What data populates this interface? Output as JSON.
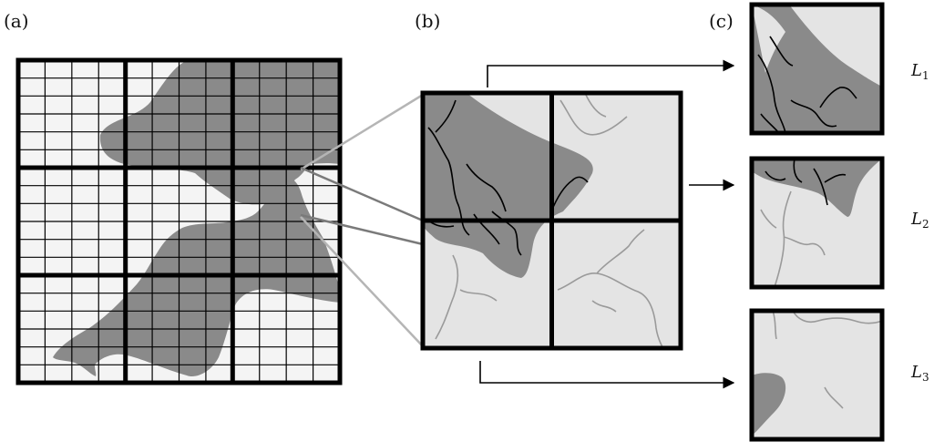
{
  "figure": {
    "panel_labels": [
      "(a)",
      "(b)",
      "(c)"
    ],
    "levels": [
      {
        "symbol": "L",
        "subscript": "1"
      },
      {
        "symbol": "L",
        "subscript": "2"
      },
      {
        "symbol": "L",
        "subscript": "3"
      }
    ]
  },
  "colors": {
    "outline": "#000000",
    "tissue_fill": "#8a8a8a",
    "zoom_background": "#e4e4e4",
    "grid_background": "#f4f4f4",
    "fiber_line": "#9a9a9a",
    "connector_light": "#b5b5b5",
    "connector_dark": "#7a7a7a"
  }
}
